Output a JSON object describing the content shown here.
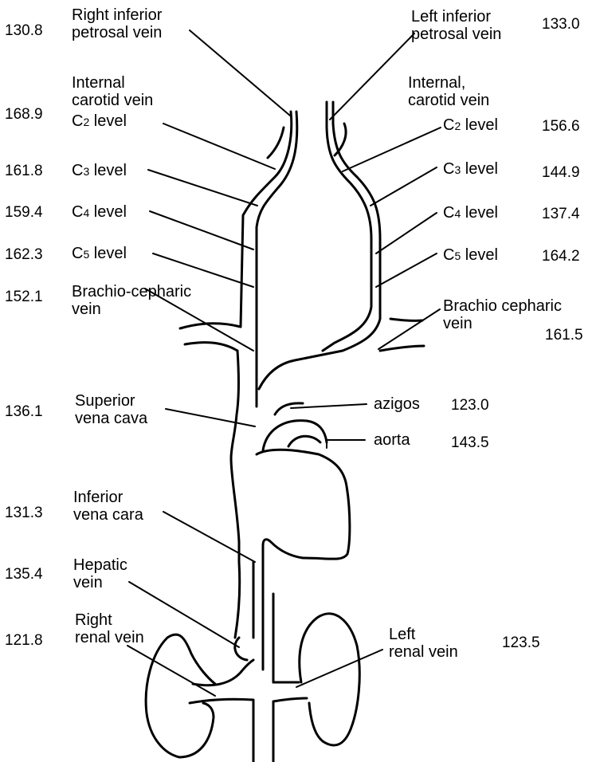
{
  "labels": {
    "right_inferior_petrosal": [
      "Right inferior",
      "petrosal vein"
    ],
    "left_inferior_petrosal": [
      "Left inferior",
      "petrosal vein"
    ],
    "right_internal_carotid": [
      "Internal",
      "carotid vein"
    ],
    "left_internal_carotid": [
      "Internal,",
      "carotid vein"
    ],
    "right_c2": [
      "C",
      "2",
      " level"
    ],
    "right_c3": [
      "C",
      "3",
      " level"
    ],
    "right_c4": [
      "C",
      "4",
      " level"
    ],
    "right_c5": [
      "C",
      "5",
      " level"
    ],
    "left_c2": [
      "C",
      "2",
      " level"
    ],
    "left_c3": [
      "C",
      "3",
      " level"
    ],
    "left_c4": [
      "C",
      "4",
      " level"
    ],
    "left_c5": [
      "C",
      "5",
      " level"
    ],
    "right_brachiocephalic": [
      "Brachio-cepharic",
      "vein"
    ],
    "left_brachiocephalic": [
      "Brachio cepharic",
      "vein"
    ],
    "superior_vena_cava": [
      "Superior",
      "vena cava"
    ],
    "azigos": "azigos",
    "aorta": "aorta",
    "inferior_vena_cava": [
      "Inferior",
      "vena cara"
    ],
    "hepatic_vein": [
      "Hepatic",
      "vein"
    ],
    "right_renal": [
      "Right",
      "renal vein"
    ],
    "left_renal": [
      "Left",
      "renal vein"
    ]
  },
  "values": {
    "right_inferior_petrosal": "130.8",
    "left_inferior_petrosal": "133.0",
    "right_c2": "168.9",
    "left_c2": "156.6",
    "right_c3": "161.8",
    "left_c3": "144.9",
    "right_c4": "159.4",
    "left_c4": "137.4",
    "right_c5": "162.3",
    "left_c5": "164.2",
    "right_brachiocephalic": "152.1",
    "left_brachiocephalic": "161.5",
    "superior_vena_cava": "136.1",
    "azigos": "123.0",
    "aorta": "143.5",
    "inferior_vena_cava": "131.3",
    "hepatic_vein": "135.4",
    "right_renal": "121.8",
    "left_renal": "123.5"
  }
}
